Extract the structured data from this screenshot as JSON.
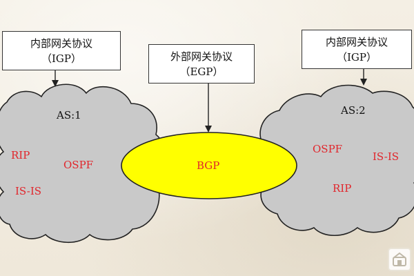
{
  "left_box": {
    "line1": "内部网关协议",
    "line2": "（IGP）"
  },
  "middle_box": {
    "line1": "外部网关协议",
    "line2": "（EGP）"
  },
  "right_box": {
    "line1": "内部网关协议",
    "line2": "（IGP）"
  },
  "left_cloud": {
    "name": "AS:1",
    "protocols": [
      "RIP",
      "OSPF",
      "IS-IS"
    ]
  },
  "right_cloud": {
    "name": "AS:2",
    "protocols": [
      "OSPF",
      "IS-IS",
      "RIP"
    ]
  },
  "bgp": {
    "label": "BGP"
  },
  "colors": {
    "cloud_fill": "#c9c9c9",
    "ellipse_fill": "#ffff00",
    "protocol_text": "#e1252b",
    "outline": "#222222"
  }
}
